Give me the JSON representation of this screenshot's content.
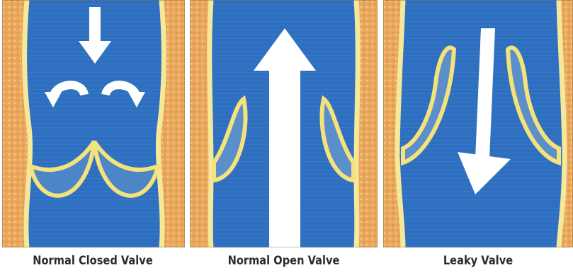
{
  "captions": {
    "closed": "Normal Closed Valve",
    "open": "Normal Open Valve",
    "leaky": "Leaky Valve"
  },
  "colors": {
    "tissue": "#e8a45a",
    "tissue_light": "#f6d39a",
    "blood": "#2f6fc0",
    "blood_light": "#5a95d8",
    "valve_edge": "#f4e27a",
    "valve_fill": "#5b8fcc",
    "arrow": "#ffffff",
    "caption_text": "#2b2b2b"
  },
  "icons": {
    "down_arrow": "arrow-down-icon",
    "up_arrow": "arrow-up-icon",
    "curl_arrow": "curved-arrow-icon",
    "leak_arrow": "diagonal-arrow-icon"
  }
}
